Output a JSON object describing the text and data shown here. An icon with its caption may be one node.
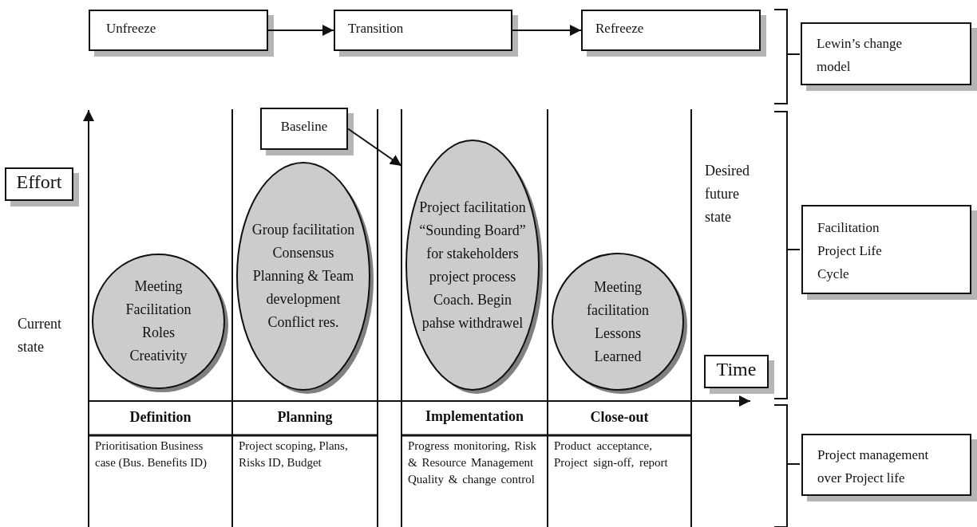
{
  "diagram": {
    "nodes": [
      {
        "text": [
          "Unfreeze"
        ]
      },
      {
        "text": [
          "Transition"
        ]
      },
      {
        "text": [
          "Refreeze"
        ]
      },
      {
        "text": [
          "Lewin’s change model"
        ]
      },
      {
        "text": [
          "Baseline"
        ]
      },
      {
        "text": [
          "Effort"
        ]
      },
      {
        "text": [
          "Time"
        ]
      },
      {
        "text": [
          "Meeting Facilitation Roles Creativity"
        ]
      },
      {
        "text": [
          "Group facilitation Consensus Planning & Team development Conflict res."
        ]
      },
      {
        "text": [
          "Project facilitation “Sounding Board” for stakeholders project process Coach. Begin pahse withdrawel"
        ]
      },
      {
        "text": [
          "Meeting facilitation Lessons Learned"
        ]
      },
      {
        "text": [
          "Facilitation Project Life Cycle"
        ]
      },
      {
        "text": [
          "Project management over Project life"
        ]
      }
    ],
    "edges": [
      {
        "from": 0,
        "to": 1,
        "arrow": "to"
      },
      {
        "from": 1,
        "to": 2,
        "arrow": "to"
      },
      {
        "from": 4,
        "to": null,
        "arrow": "to"
      }
    ],
    "labels": [
      "Current state",
      "Desired future state",
      "Definition",
      "Planning",
      "Implementation",
      "Close-out",
      "Prioritisation Business case (Bus. Benefits ID)",
      "Project scoping, Plans, Risks ID, Budget",
      "Progress monitoring, Risk & Resource Management Quality & change control",
      "Product acceptance, Project sign-off, report"
    ]
  }
}
